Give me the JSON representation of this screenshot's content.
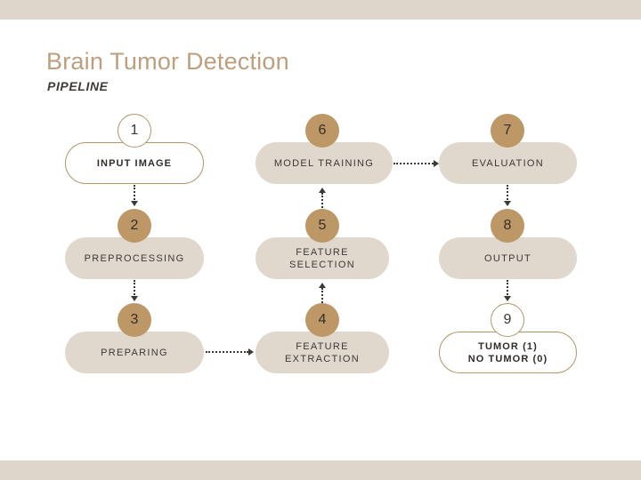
{
  "slide": {
    "title": "Brain Tumor Detection",
    "subtitle": "PIPELINE",
    "background": "#ffffff",
    "band_color": "#ded6cb",
    "title_color": "#bd9f7e",
    "accent_fill": "#bd9765",
    "node_fill": "#e0d8cd",
    "outline_color": "#b49568",
    "text_color": "#3d3935"
  },
  "diagram": {
    "type": "flowchart",
    "orientation": "three-column serpentine",
    "nodes": [
      {
        "number": "1",
        "label": "INPUT IMAGE",
        "style": "outlined",
        "badge": "outlined",
        "column": 1,
        "row": 1
      },
      {
        "number": "2",
        "label": "PREPROCESSING",
        "style": "filled",
        "badge": "filled",
        "column": 1,
        "row": 2
      },
      {
        "number": "3",
        "label": "PREPARING",
        "style": "filled",
        "badge": "filled",
        "column": 1,
        "row": 3
      },
      {
        "number": "4",
        "label": "FEATURE\nEXTRACTION",
        "style": "filled",
        "badge": "filled",
        "column": 2,
        "row": 3
      },
      {
        "number": "5",
        "label": "FEATURE\nSELECTION",
        "style": "filled",
        "badge": "filled",
        "column": 2,
        "row": 2
      },
      {
        "number": "6",
        "label": "MODEL TRAINING",
        "style": "filled",
        "badge": "filled",
        "column": 2,
        "row": 1
      },
      {
        "number": "7",
        "label": "EVALUATION",
        "style": "filled",
        "badge": "filled",
        "column": 3,
        "row": 1
      },
      {
        "number": "8",
        "label": "OUTPUT",
        "style": "filled",
        "badge": "filled",
        "column": 3,
        "row": 2
      },
      {
        "number": "9",
        "label": "TUMOR (1)\nNO TUMOR (0)",
        "style": "outlined",
        "badge": "outlined",
        "column": 3,
        "row": 3
      }
    ],
    "edges": [
      {
        "from": "1",
        "to": "2",
        "direction": "down"
      },
      {
        "from": "2",
        "to": "3",
        "direction": "down"
      },
      {
        "from": "3",
        "to": "4",
        "direction": "right"
      },
      {
        "from": "4",
        "to": "5",
        "direction": "up"
      },
      {
        "from": "5",
        "to": "6",
        "direction": "up"
      },
      {
        "from": "6",
        "to": "7",
        "direction": "right"
      },
      {
        "from": "7",
        "to": "8",
        "direction": "down"
      },
      {
        "from": "8",
        "to": "9",
        "direction": "down"
      }
    ]
  }
}
